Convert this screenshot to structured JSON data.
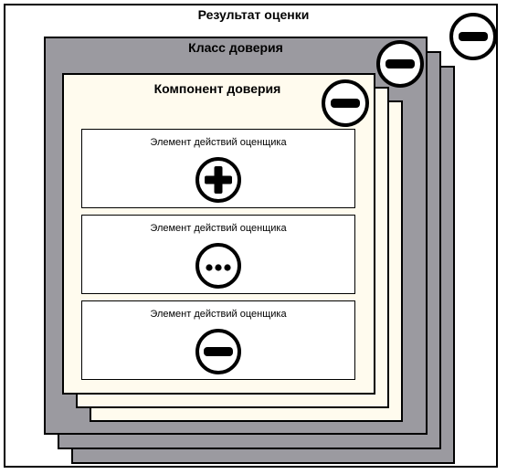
{
  "assessment_result": {
    "title": "Результат оценки",
    "verdict_icon": "minus-circle-icon"
  },
  "trust_class": {
    "title": "Класс доверия",
    "verdict_icon": "minus-circle-icon"
  },
  "trust_component": {
    "title": "Компонент доверия",
    "verdict_icon": "minus-circle-icon"
  },
  "evaluator_elements": [
    {
      "label": "Элемент действий оценщика",
      "verdict_icon": "plus-circle-icon"
    },
    {
      "label": "Элемент действий оценщика",
      "verdict_icon": "ellipsis-circle-icon"
    },
    {
      "label": "Элемент действий оценщика",
      "verdict_icon": "minus-circle-icon"
    }
  ],
  "colors": {
    "class_gray": "#9b9aa0",
    "component_cream": "#fffbee",
    "outline": "#000000"
  }
}
